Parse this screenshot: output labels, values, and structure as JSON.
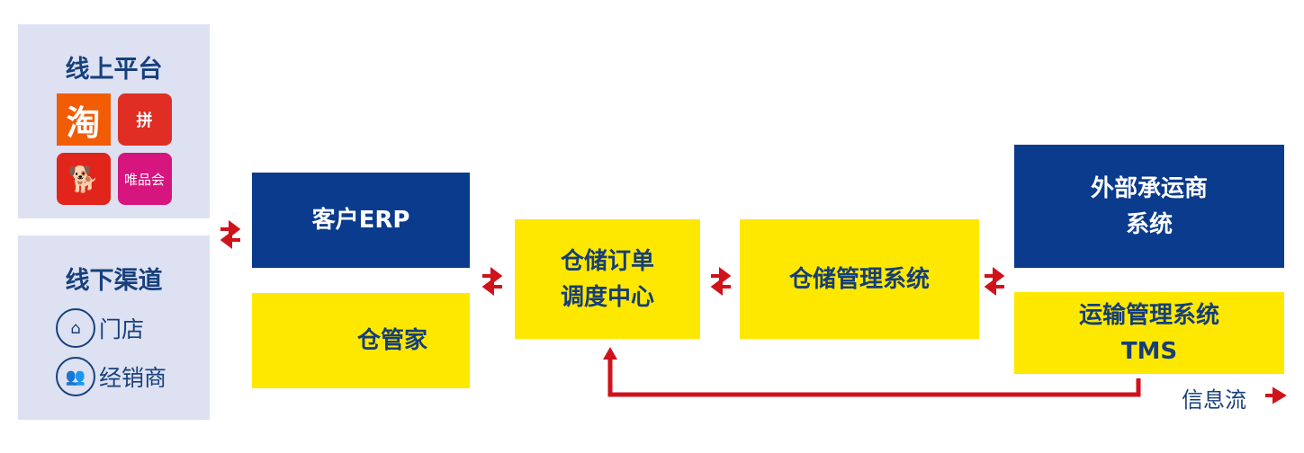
{
  "online": {
    "title": "线上平台",
    "logos": [
      {
        "name": "taobao",
        "text": "淘",
        "color": "#f25c05"
      },
      {
        "name": "pinduoduo",
        "text": "拼",
        "color": "#e02e24"
      },
      {
        "name": "jd",
        "text": "🐕",
        "color": "#e1251b"
      },
      {
        "name": "vipshop",
        "text": "唯品会",
        "color": "#d6157e"
      }
    ]
  },
  "offline": {
    "title": "线下渠道",
    "items": [
      {
        "label": "门店",
        "icon": "store-location-icon"
      },
      {
        "label": "经销商",
        "icon": "dealer-icon"
      }
    ]
  },
  "nodes": {
    "erp": "客户ERP",
    "cgj": "仓管家",
    "oms": "仓储订单\n调度中心",
    "wms": "仓储管理系统",
    "carrier": "外部承运商\n系统",
    "tms": "运输管理系统\nTMS"
  },
  "legend": {
    "label": "信息流"
  },
  "colors": {
    "navy": "#0b3b8c",
    "yellow": "#ffe800",
    "red": "#d0121b",
    "panel": "#dde1f2"
  }
}
